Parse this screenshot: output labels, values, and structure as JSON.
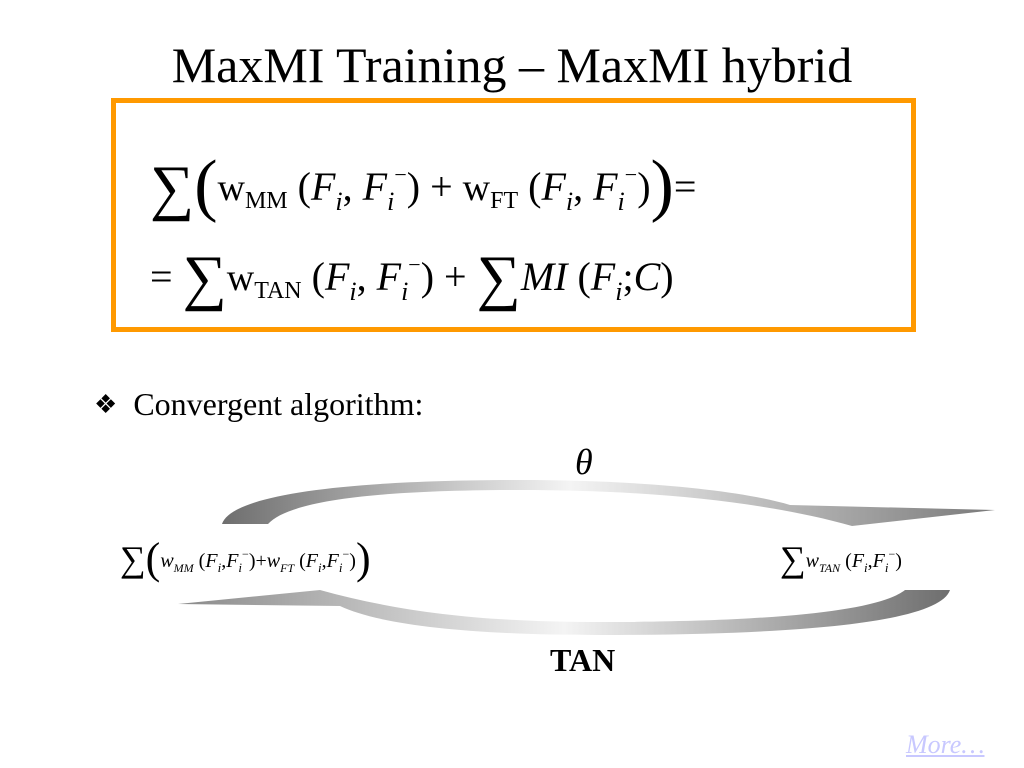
{
  "slide": {
    "title": "MaxMI Training – MaxMI hybrid",
    "bullet_symbol": "❖",
    "bullet_text": "Convergent algorithm:",
    "theta_label": "θ",
    "tan_label": "TAN",
    "more_link": "More…"
  },
  "formula": {
    "sigma": "∑",
    "lparen_big": "(",
    "rparen_big": ")",
    "w": "w",
    "sub_mm": "MM",
    "sub_ft": "FT",
    "sub_tan": "TAN",
    "F": "F",
    "i": "i",
    "minus_sup": "−",
    "open": "(",
    "close": ")",
    "comma": ",",
    "plus": "+",
    "equals": "=",
    "MI": "MI",
    "semicolon": ";",
    "C": "C"
  },
  "colors": {
    "box_border": "#ff9900",
    "arrow_dark": "#6e6e6e",
    "arrow_light": "#f2f2f2",
    "more_link": "#c8c8ff"
  }
}
